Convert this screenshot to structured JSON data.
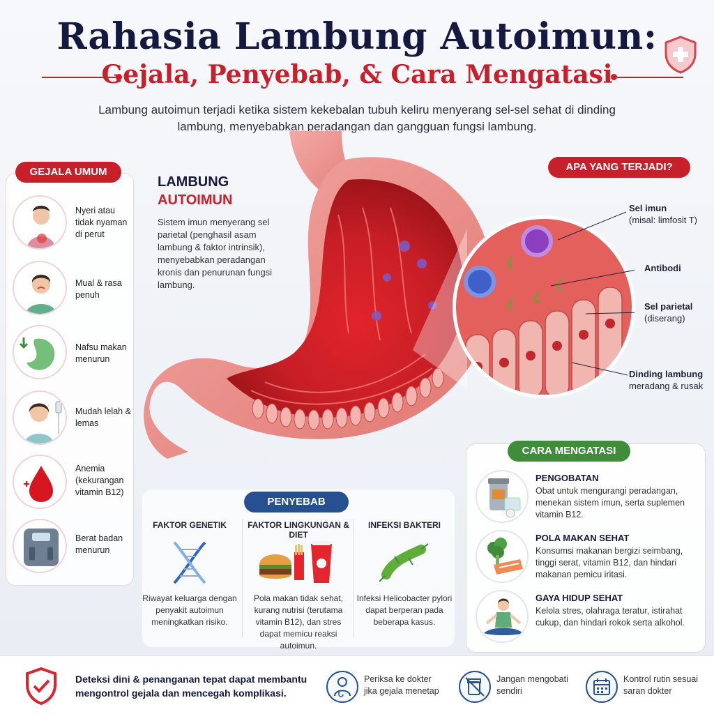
{
  "header": {
    "title": "Rahasia Lambung Autoimun:",
    "subtitle": "Gejala, Penyebab, & Cara Mengatasi",
    "intro": "Lambung autoimun terjadi ketika sistem kekebalan tubuh keliru menyerang sel-sel sehat di dinding lambung, menyebabkan peradangan dan gangguan fungsi lambung."
  },
  "gejala": {
    "heading": "GEJALA UMUM",
    "items": [
      {
        "text": "Nyeri atau tidak nyaman di perut",
        "icon": "stomach-pain-icon"
      },
      {
        "text": "Mual & rasa penuh",
        "icon": "nausea-icon"
      },
      {
        "text": "Nafsu makan menurun",
        "icon": "appetite-down-icon"
      },
      {
        "text": "Mudah lelah & lemas",
        "icon": "fatigue-icon"
      },
      {
        "text": "Anemia (kekurangan vitamin B12)",
        "icon": "blood-drop-icon"
      },
      {
        "text": "Berat badan menurun",
        "icon": "scale-icon"
      }
    ]
  },
  "lambung": {
    "title1": "LAMBUNG",
    "title2": "AUTOIMUN",
    "desc": "Sistem imun menyerang sel parietal (penghasil asam lambung & faktor intrinsik), menyebabkan peradangan kronis dan penurunan fungsi lambung."
  },
  "apa": {
    "heading": "APA YANG TERJADI?",
    "labels": [
      {
        "bold": "Sel imun",
        "rest": "(misal: limfosit T)"
      },
      {
        "bold": "Antibodi",
        "rest": ""
      },
      {
        "bold": "Sel parietal",
        "rest": "(diserang)"
      },
      {
        "bold": "Dinding lambung",
        "rest": "meradang & rusak"
      }
    ]
  },
  "penyebab": {
    "heading": "PENYEBAB",
    "cols": [
      {
        "title": "FAKTOR GENETIK",
        "desc": "Riwayat keluarga dengan penyakit autoimun meningkatkan risiko.",
        "icon": "dna-icon"
      },
      {
        "title": "FAKTOR LINGKUNGAN & DIET",
        "desc": "Pola makan tidak sehat, kurang nutrisi (terutama vitamin B12), dan stres dapat memicu reaksi autoimun.",
        "icon": "fast-food-icon"
      },
      {
        "title": "INFEKSI BAKTERI",
        "desc": "Infeksi Helicobacter pylori dapat berperan pada beberapa kasus.",
        "icon": "bacteria-icon"
      }
    ]
  },
  "cara": {
    "heading": "CARA MENGATASI",
    "items": [
      {
        "title": "PENGOBATAN",
        "desc": "Obat untuk mengurangi peradangan, menekan sistem imun, serta suplemen vitamin B12.",
        "icon": "medicine-icon"
      },
      {
        "title": "POLA MAKAN SEHAT",
        "desc": "Konsumsi makanan bergizi seimbang, tinggi serat, vitamin B12, dan hindari makanan pemicu iritasi.",
        "icon": "healthy-food-icon"
      },
      {
        "title": "GAYA HIDUP SEHAT",
        "desc": "Kelola stres, olahraga teratur, istirahat cukup, dan hindari rokok serta alkohol.",
        "icon": "yoga-icon"
      }
    ]
  },
  "footer": {
    "main": "Deteksi dini & penanganan tepat dapat membantu mengontrol gejala dan mencegah komplikasi.",
    "items": [
      {
        "text": "Periksa ke dokter jika gejala menetap",
        "icon": "doctor-icon"
      },
      {
        "text": "Jangan mengobati sendiri",
        "icon": "no-self-medication-icon"
      },
      {
        "text": "Kontrol rutin sesuai saran dokter",
        "icon": "calendar-icon"
      }
    ]
  }
}
